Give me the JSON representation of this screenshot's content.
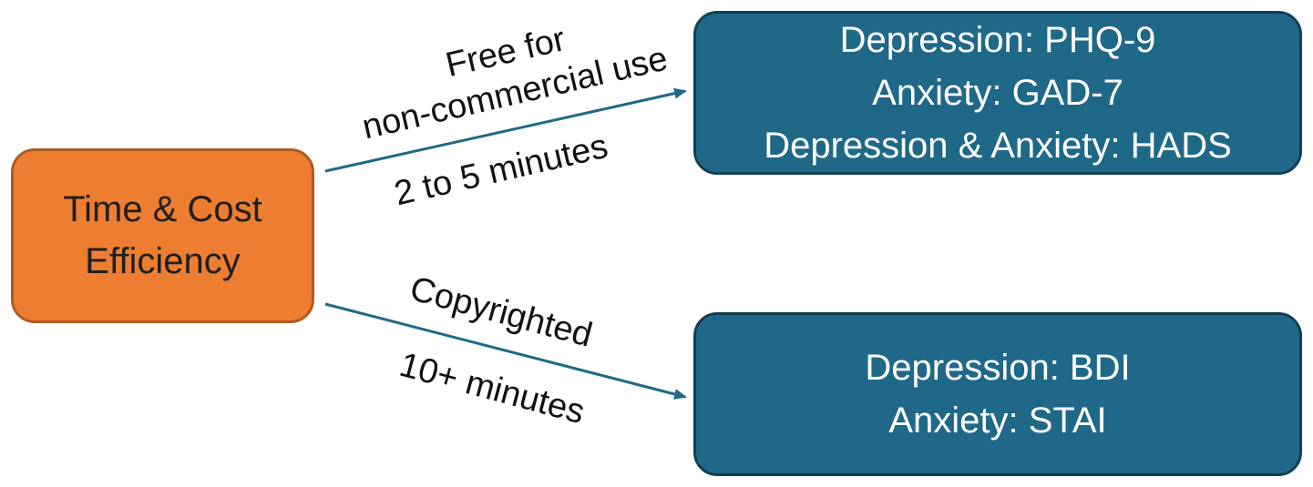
{
  "source": {
    "lines": [
      "Time & Cost",
      "Efficiency"
    ],
    "fill": "#ed7d31",
    "border": "#ae5a21"
  },
  "targets": [
    {
      "lines": [
        "Depression: PHQ-9",
        "Anxiety: GAD-7",
        "Depression & Anxiety: HADS"
      ]
    },
    {
      "lines": [
        "Depression: BDI",
        "Anxiety: STAI"
      ]
    }
  ],
  "target_fill": "#1f6888",
  "edges": [
    {
      "label_above": [
        "Free for",
        "non-commercial use"
      ],
      "label_below": "2 to 5 minutes"
    },
    {
      "label_above": "Copyrighted",
      "label_below": "10+ minutes"
    }
  ],
  "edge_color": "#1f6888"
}
